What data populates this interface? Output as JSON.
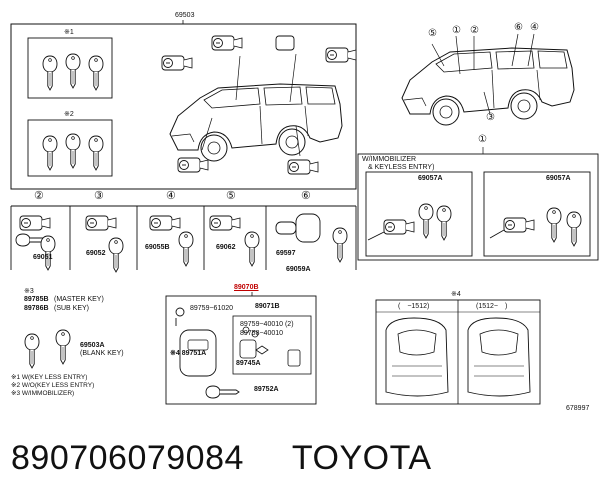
{
  "labels": {
    "main_group": "69503",
    "circ1_top": "①",
    "circ2_top": "②",
    "circ3_top": "③",
    "circ4_top": "④",
    "circ5_top": "⑤",
    "circ6_top": "⑥",
    "circ1_mid": "①",
    "circ2": "②",
    "circ3": "③",
    "circ4": "④",
    "circ5": "⑤",
    "circ6": "⑥",
    "note1": "※1",
    "note2": "※2",
    "note4": "※4",
    "immobilizer_line1": "W/IMMOBILIZER",
    "immobilizer_line2": "& KEYLESS ENTRY)",
    "p69057a_left": "69057A",
    "p69057a_right": "69057A",
    "p69051": "69051",
    "p69052": "69052",
    "p69055b": "69055B",
    "p69062": "69062",
    "p69597": "69597",
    "p69059a": "69059A",
    "note3": "※3",
    "p89785b": "89785B",
    "p89785b_desc": "(MASTER KEY)",
    "p89786b": "89786B",
    "p89786b_desc": "(SUB KEY)",
    "p69503a": "69503A",
    "p69503a_desc": "(BLANK KEY)",
    "p89070_highlight": "89070B",
    "p89759_61020": "89759−61020",
    "p89071b": "89071B",
    "p89759_40010": "89759−40010 (2)",
    "p89758_40010": "89758−40010",
    "p89751a": "※4 89751A",
    "p89745a": "89745A",
    "p89752a": "89752A",
    "range_left": "(　−1512)",
    "range_right": "(1512−　)",
    "diagram_code": "678997"
  },
  "notes": [
    "※1 W(KEY LESS ENTRY)",
    "※2 W/O(KEY LESS ENTRY)",
    "※3 W/IMMOBILIZER)"
  ],
  "footer": {
    "part_number": "890706079084",
    "brand": "TOYOTA"
  }
}
